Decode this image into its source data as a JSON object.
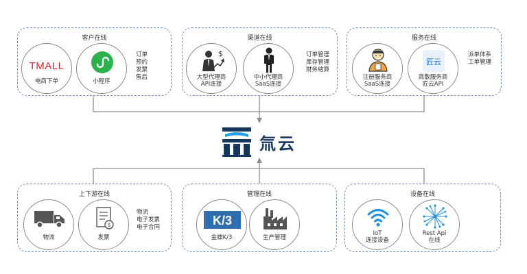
{
  "brand": {
    "name": "氚云",
    "primary_color": "#16365c",
    "accent_color": "#1fa0e8"
  },
  "top_groups": [
    {
      "title": "客户在线",
      "items": [
        {
          "label": "电商下单",
          "icon": "tmall-logo",
          "logo_text": "TMALL"
        },
        {
          "label": "小程序",
          "icon": "mini-program-icon"
        }
      ],
      "side_text": "订单\n预约\n发票\n售后"
    },
    {
      "title": "渠道在线",
      "items": [
        {
          "label": "大型代理商\nAPI连接",
          "icon": "businessman-growth-icon"
        },
        {
          "label": "中小代理商\nSaaS连接",
          "icon": "businessman-icon"
        }
      ],
      "side_text": "订单管理\n库存管理\n财务结算"
    },
    {
      "title": "服务在线",
      "items": [
        {
          "label": "注册服务商\nSaaS连接",
          "icon": "service-worker-icon"
        },
        {
          "label": "商散服务商\n匠云API",
          "icon": "jiangyun-logo",
          "logo_text": "匠云"
        }
      ],
      "side_text": "派单体系\n工单管理"
    }
  ],
  "bottom_groups": [
    {
      "title": "上下游在线",
      "items": [
        {
          "label": "物流",
          "icon": "truck-icon"
        },
        {
          "label": "发票",
          "icon": "invoice-icon"
        }
      ],
      "side_text": "物流\n电子发票\n电子合同"
    },
    {
      "title": "管理在线",
      "items": [
        {
          "label": "金蝶K/3",
          "icon": "kingdee-k3-logo",
          "logo_text": "K/3"
        },
        {
          "label": "生产管理",
          "icon": "factory-icon"
        }
      ],
      "side_text": ""
    },
    {
      "title": "设备在线",
      "items": [
        {
          "label": "IoT\n连接设备",
          "icon": "wifi-icon"
        },
        {
          "label": "Rest Api\n在线",
          "icon": "network-burst-icon"
        }
      ],
      "side_text": ""
    }
  ]
}
